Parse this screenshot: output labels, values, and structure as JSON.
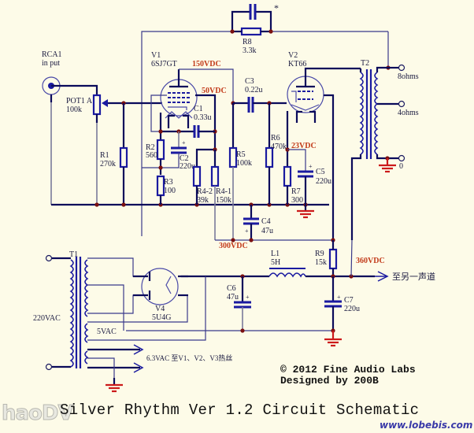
{
  "title": "Silver Rhythm Ver 1.2 Circuit Schematic",
  "copyright": {
    "line1": "© 2012 Fine Audio Labs",
    "line2": "Designed by 200B"
  },
  "watermarks": {
    "left": "haoDV",
    "right": "www.lobebis.com"
  },
  "components": {
    "rca1": {
      "ref": "RCA1",
      "desc": "in put"
    },
    "pot1": {
      "ref": "POT1 A",
      "value": "100k"
    },
    "r1": {
      "ref": "R1",
      "value": "270k"
    },
    "v1": {
      "ref": "V1",
      "value": "6SJ7GT"
    },
    "c1": {
      "ref": "C1",
      "value": "0.33u"
    },
    "r2": {
      "ref": "R2",
      "value": "560"
    },
    "c2": {
      "ref": "C2",
      "value": "220u"
    },
    "r3": {
      "ref": "R3",
      "value": "100"
    },
    "r42": {
      "ref": "R4-2",
      "value": "39k"
    },
    "r41": {
      "ref": "R4-1",
      "value": "150k"
    },
    "r5": {
      "ref": "R5",
      "value": "100k"
    },
    "r8": {
      "ref": "R8",
      "value": "3.3k",
      "note": "*"
    },
    "c3": {
      "ref": "C3",
      "value": "0.22u"
    },
    "v2": {
      "ref": "V2",
      "value": "KT66"
    },
    "r6": {
      "ref": "R6",
      "value": "470k"
    },
    "r7": {
      "ref": "R7",
      "value": "300"
    },
    "c5": {
      "ref": "C5",
      "value": "220u"
    },
    "c4": {
      "ref": "C4",
      "value": "47u"
    },
    "t2": {
      "ref": "T2",
      "taps": [
        "8ohms",
        "4ohms",
        "0"
      ]
    },
    "r9": {
      "ref": "R9",
      "value": "15k"
    },
    "l1": {
      "ref": "L1",
      "value": "5H"
    },
    "c6": {
      "ref": "C6",
      "value": "47u"
    },
    "c7": {
      "ref": "C7",
      "value": "220u"
    },
    "t1": {
      "ref": "T1",
      "primary": "220VAC",
      "rect": "5VAC",
      "heater": "6.3VAC 至V1、V2、V3热丝"
    },
    "v4": {
      "ref": "V4",
      "value": "5U4G"
    }
  },
  "voltages": {
    "v1_plate": "150VDC",
    "v1_screen": "50VDC",
    "v2_cathode": "23VDC",
    "b_plus_1": "300VDC",
    "b_plus_2": "360VDC"
  },
  "other_channel": "至另一声道",
  "plus_sign": "+"
}
